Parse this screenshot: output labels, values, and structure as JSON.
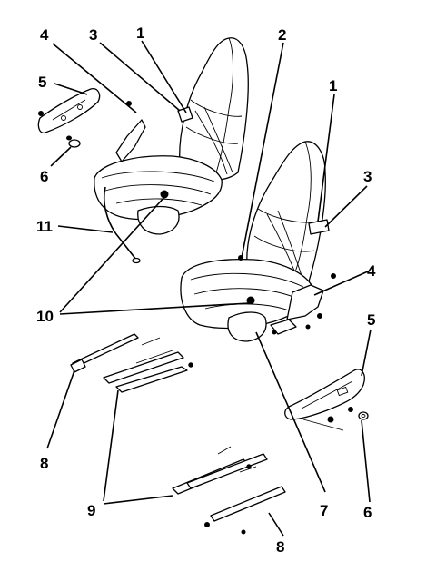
{
  "callouts": {
    "c1a": "1",
    "c1b": "1",
    "c2": "2",
    "c3a": "3",
    "c3b": "3",
    "c4a": "4",
    "c4b": "4",
    "c5a": "5",
    "c5b": "5",
    "c6a": "6",
    "c6b": "6",
    "c7": "7",
    "c8a": "8",
    "c8b": "8",
    "c9": "9",
    "c10": "10",
    "c11": "11"
  }
}
